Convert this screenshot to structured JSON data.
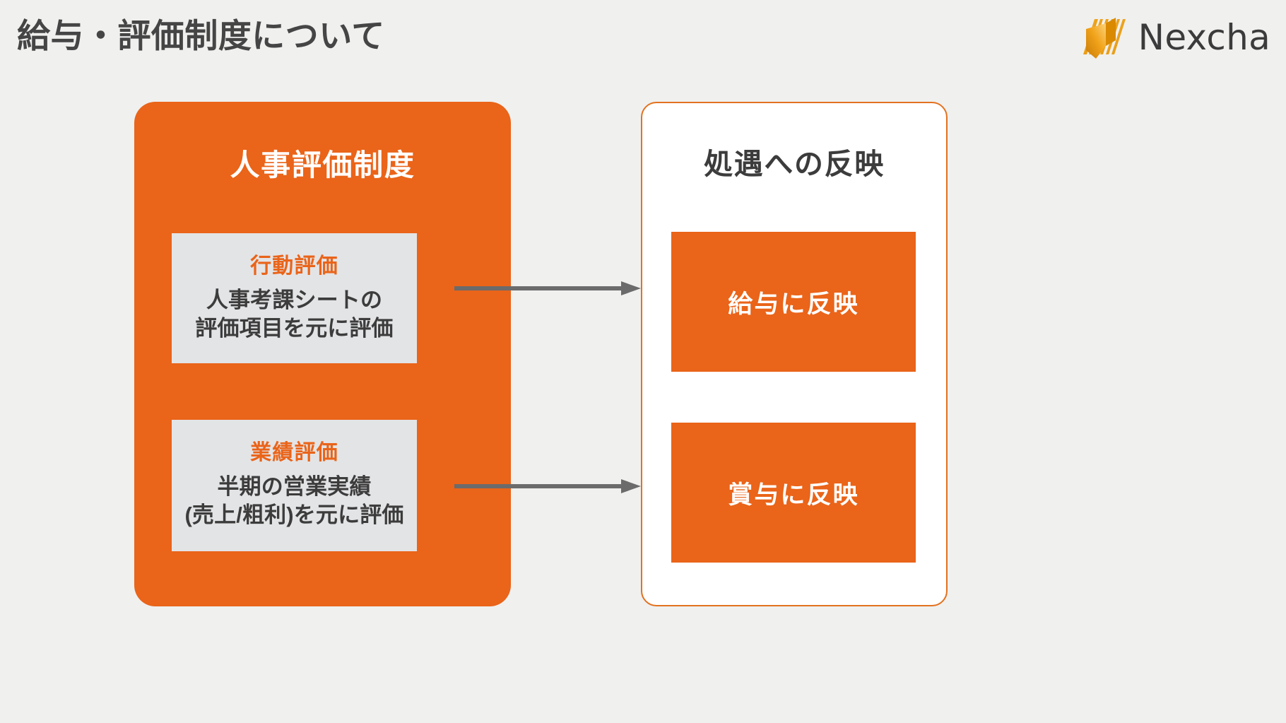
{
  "page": {
    "title": "給与・評価制度について",
    "background_color": "#f0f0ef",
    "title_color": "#454545"
  },
  "logo": {
    "wordmark": "Nexcha",
    "mark_name": "nexcha-logo-mark",
    "mark_color_light": "#f5a623",
    "mark_color_dark": "#d98a00",
    "wordmark_color": "#3b3b3b"
  },
  "left_panel": {
    "heading": "人事評価制度",
    "background_color": "#ea6419",
    "heading_color": "#ffffff",
    "cards": [
      {
        "title": "行動評価",
        "body_line1": "人事考課シートの",
        "body_line2": "評価項目を元に評価",
        "title_color": "#ea6419",
        "background_color": "#e3e4e6"
      },
      {
        "title": "業績評価",
        "body_line1": "半期の営業実績",
        "body_line2": "(売上/粗利)を元に評価",
        "title_color": "#ea6419",
        "background_color": "#e3e4e6"
      }
    ]
  },
  "arrows": [
    {
      "name": "arrow-behavior-to-salary",
      "color": "#6b6b6b"
    },
    {
      "name": "arrow-performance-to-bonus",
      "color": "#6b6b6b"
    }
  ],
  "right_panel": {
    "heading": "処遇への反映",
    "background_color": "#ffffff",
    "border_color": "#e2721f",
    "heading_color": "#3c3c3c",
    "boxes": [
      {
        "label": "給与に反映",
        "background_color": "#ea6419",
        "label_color": "#ffffff"
      },
      {
        "label": "賞与に反映",
        "background_color": "#ea6419",
        "label_color": "#ffffff"
      }
    ]
  }
}
